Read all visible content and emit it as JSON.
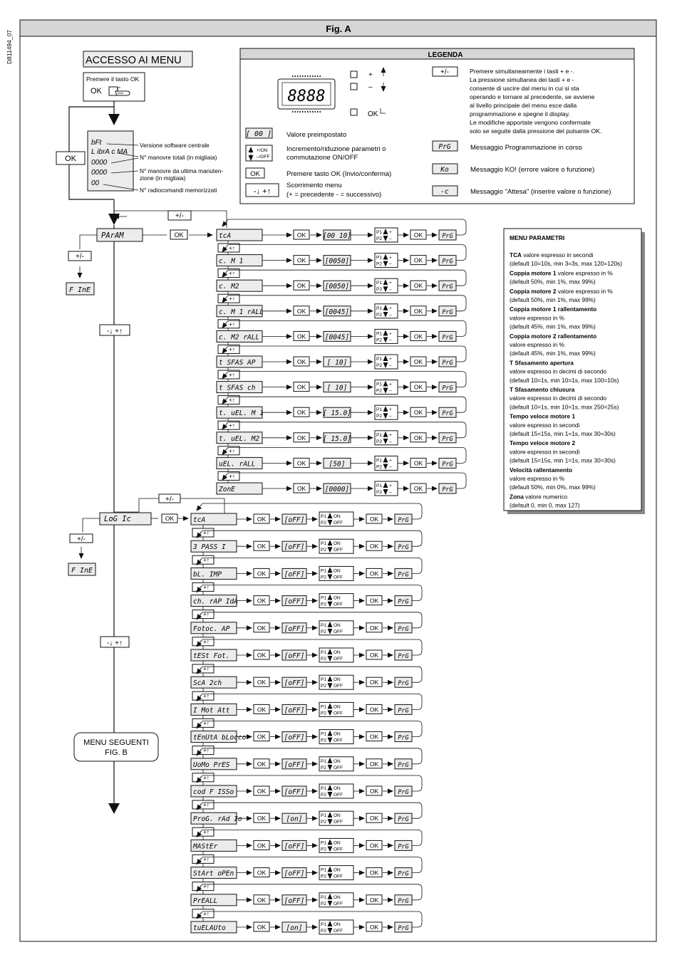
{
  "doc_code": "D811494_07",
  "fig_title": "Fig. A",
  "access": {
    "title": "ACCESSO AI MENU",
    "press_ok": "Premere il tasto OK",
    "ok": "OK"
  },
  "display": {
    "lines": [
      "bFt",
      "L ibrA c MA",
      "0000",
      "0000",
      "00"
    ],
    "labels": [
      "Versione software centrale",
      "N° manovre totali (in migliaia)",
      "N° manovre da ultima manuten-",
      "zione (in migliaia)",
      "N° radiocomandi memorizzati"
    ]
  },
  "legend": {
    "title": "LEGENDA",
    "display_digits": "8888",
    "plus_label": "+",
    "minus_label": "–",
    "ok_label": "OK",
    "plusminus_key": "+/-",
    "plusminus_desc": [
      "Premere simultaneamente i tasti + e -.",
      "La pressione simultanea dei tasti + e -",
      "consente di uscire dal menu in cui si sta",
      "operando e tornare al precedente, se avviene",
      "al livello principale del menu esce dalla",
      "programmazione e spegne il display.",
      "Le modifiche apportate vengono confermate",
      "solo se seguite dalla pressione del pulsante OK."
    ],
    "preset_key": "[ 00 ]",
    "preset_desc": "Valore preimpostato",
    "incr_key_1": "+/ON",
    "incr_key_2": "–/OFF",
    "incr_desc": [
      "Incremento/riduzione parametri o",
      "commutazione ON/OFF"
    ],
    "ok_key": "OK",
    "ok_desc": "Premere tasto OK (Invio/conferma)",
    "scroll_key": "-↓ +↑",
    "scroll_desc": [
      "Scorrimento menu",
      "(+ = precedente    - = successivo)"
    ],
    "prg_key": "PrG",
    "prg_desc": "Messaggio Programmazione in corso",
    "ko_key": "Ko",
    "ko_desc": "Messaggio KO! (errore valore o funzione)",
    "wait_key": "-c",
    "wait_desc": "Messaggio \"Attesa\" (inserire valore o funzione)"
  },
  "common": {
    "ok": "OK",
    "prg": "PrG",
    "plusminus": "+/-",
    "scroll": "-↓ +↑",
    "fine": "F InE",
    "p1": "P1",
    "p2": "P2",
    "plus": "+",
    "minus": "–",
    "on": "ON",
    "off": "OFF"
  },
  "param_menu": {
    "name": "PArAM",
    "items": [
      {
        "code": "tcA",
        "value": "[00 10]"
      },
      {
        "code": "c. M 1",
        "value": "[0050]"
      },
      {
        "code": "c. M2",
        "value": "[0050]"
      },
      {
        "code": "c. M 1 rALL",
        "value": "[0045]"
      },
      {
        "code": "c. M2 rALL",
        "value": "[0045]"
      },
      {
        "code": "t SFAS AP",
        "value": "[ 10]"
      },
      {
        "code": "t SFAS ch",
        "value": "[ 10]"
      },
      {
        "code": "t. uEL. M 1",
        "value": "[ 15.0]"
      },
      {
        "code": "t. uEL. M2",
        "value": "[ 15.0]"
      },
      {
        "code": "uEL. rALL",
        "value": "[50]"
      },
      {
        "code": "ZonE",
        "value": "[0000]"
      }
    ]
  },
  "logic_menu": {
    "name": "LoG Ic",
    "items": [
      {
        "code": "tcA",
        "value": "[oFF]"
      },
      {
        "code": "3 PASS I",
        "value": "[oFF]"
      },
      {
        "code": "bL. IMP",
        "value": "[oFF]"
      },
      {
        "code": "ch. rAP IdA",
        "value": "[oFF]"
      },
      {
        "code": "Fotoc. AP",
        "value": "[oFF]"
      },
      {
        "code": "tESt Fot.",
        "value": "[oFF]"
      },
      {
        "code": "ScA 2ch",
        "value": "[oFF]"
      },
      {
        "code": "I Mot Att",
        "value": "[oFF]"
      },
      {
        "code": "tEnUtA bLocco",
        "value": "[oFF]"
      },
      {
        "code": "UoMo PrES",
        "value": "[oFF]"
      },
      {
        "code": "cod F ISSo",
        "value": "[oFF]"
      },
      {
        "code": "ProG. rAd Io",
        "value": "[on]"
      },
      {
        "code": "MAStEr",
        "value": "[oFF]"
      },
      {
        "code": "StArt oPEn",
        "value": "[oFF]"
      },
      {
        "code": "PrEALL",
        "value": "[oFF]"
      },
      {
        "code": "tuELAUto",
        "value": "[on]"
      }
    ]
  },
  "next_menu": {
    "line1": "MENU SEGUENTI",
    "line2": "FIG. B"
  },
  "menu_parametri": {
    "title": "MENU PARAMETRI",
    "entries": [
      {
        "bold": "TCA",
        "rest": " valore espresso in secondi",
        "lines": [
          "(default 10=10s, min 3=3s, max 120=120s)"
        ]
      },
      {
        "bold": "Coppia motore 1",
        "rest": " valore espresso in %",
        "lines": [
          "(default 50%, min 1%, max 99%)"
        ]
      },
      {
        "bold": "Coppia motore 2",
        "rest": " valore espresso in %",
        "lines": [
          "(default 50%, min 1%, max 99%)"
        ]
      },
      {
        "bold": "Coppia motore 1 rallentamento",
        "rest": "",
        "lines": [
          "valore espresso in %",
          "(default 45%, min 1%, max 99%)"
        ]
      },
      {
        "bold": "Coppia motore 2 rallentamento",
        "rest": "",
        "lines": [
          "valore espresso in %",
          "(default 45%, min 1%, max 99%)"
        ]
      },
      {
        "bold": "T Sfasamento apertura",
        "rest": "",
        "lines": [
          "valore espresso in decimi di secondo",
          "(default 10=1s, min 10=1s, max 100=10s)"
        ]
      },
      {
        "bold": "T Sfasamento chiusura",
        "rest": "",
        "lines": [
          "valore espresso in decimi di secondo",
          "(default 10=1s, min 10=1s, max 250=25s)"
        ]
      },
      {
        "bold": "Tempo veloce motore 1",
        "rest": "",
        "lines": [
          "valore espresso in secondi",
          "(default 15=15s, min 1=1s, max 30=30s)"
        ]
      },
      {
        "bold": "Tempo veloce motore 2",
        "rest": "",
        "lines": [
          "valore espresso in secondi",
          "(default 15=15s, min 1=1s, max 30=30s)"
        ]
      },
      {
        "bold": "Velocità rallentamento",
        "rest": "",
        "lines": [
          "valore espresso in %",
          "(default 50%, min 0%, max 99%)"
        ]
      },
      {
        "bold": "Zona",
        "rest": " valore numerico",
        "lines": [
          "(default 0, min 0, max 127)"
        ]
      }
    ]
  }
}
